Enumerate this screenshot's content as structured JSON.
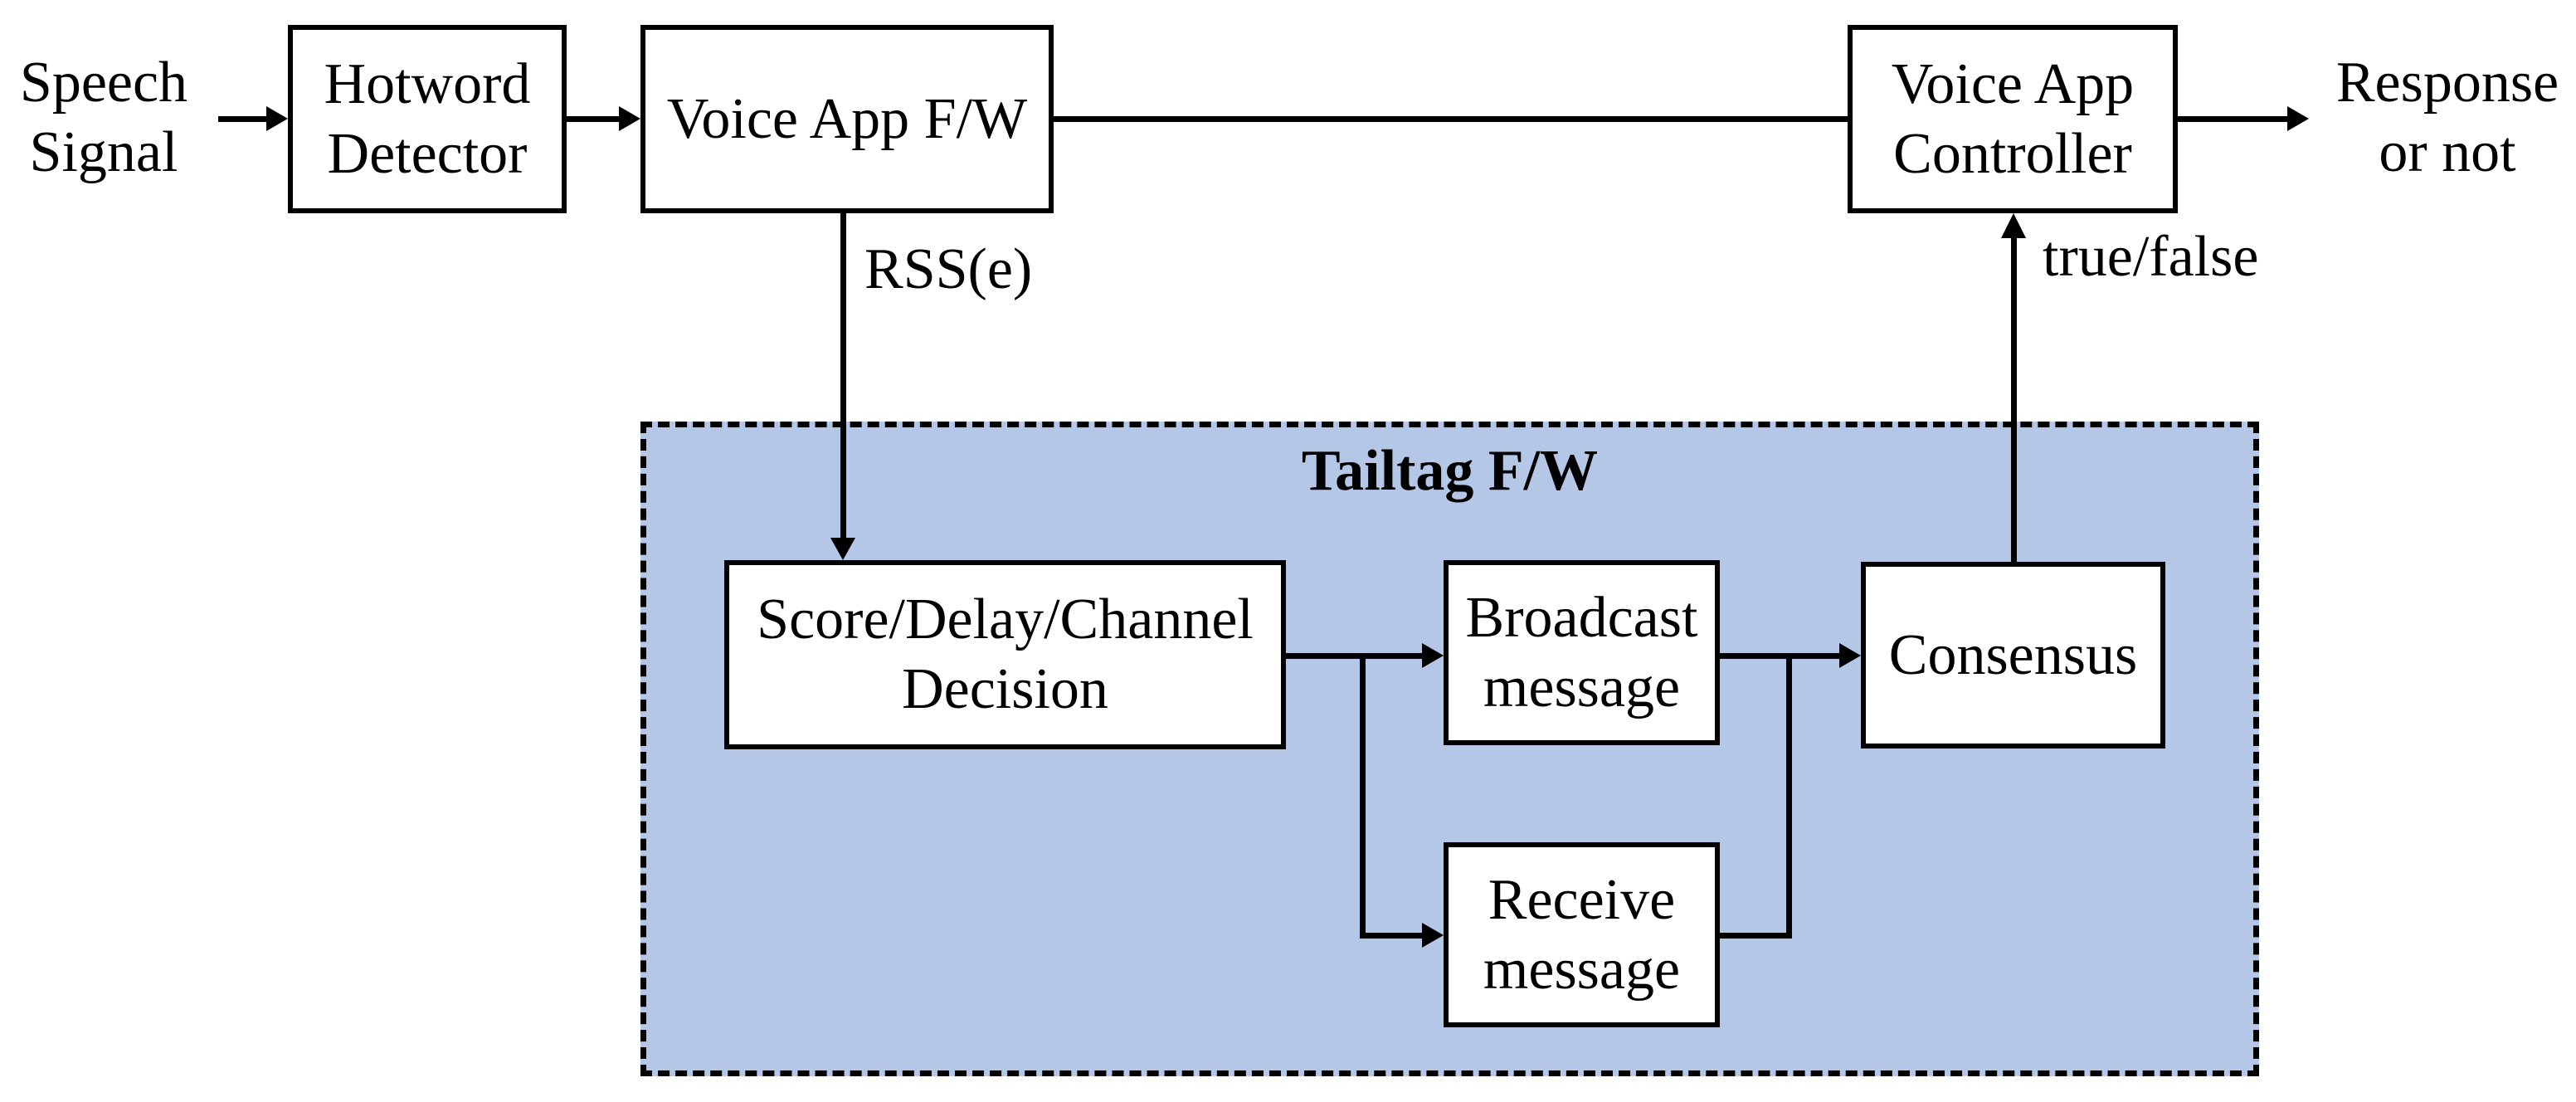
{
  "colors": {
    "region_fill": "#b4c7e7",
    "box_fill": "#ffffff",
    "stroke": "#000000"
  },
  "labels": {
    "input_signal": "Speech\nSignal",
    "output_signal": "Response\nor not",
    "rss_edge": "RSS(e)",
    "true_false_edge": "true/false",
    "region_title": "Tailtag F/W"
  },
  "nodes": {
    "hotword_detector": "Hotword\nDetector",
    "voice_app_fw": "Voice App F/W",
    "voice_app_controller": "Voice App\nController",
    "score_delay_channel_decision": "Score/Delay/Channel\nDecision",
    "broadcast_message": "Broadcast\nmessage",
    "receive_message": "Receive\nmessage",
    "consensus": "Consensus"
  }
}
